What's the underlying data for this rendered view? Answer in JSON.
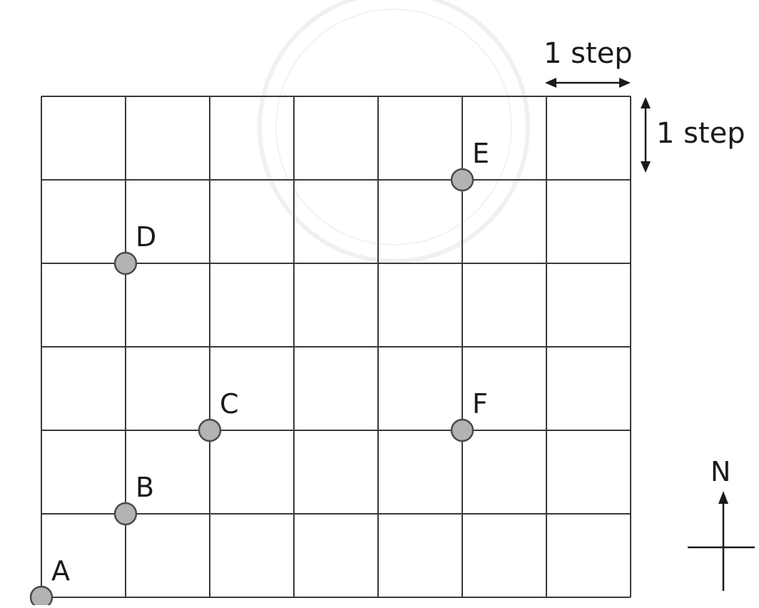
{
  "diagram": {
    "grid": {
      "columns": 7,
      "rows": 6
    },
    "scale": {
      "horizontal_label": "1 step",
      "vertical_label": "1 step"
    },
    "points": [
      {
        "label": "A",
        "col": 0,
        "row": 0
      },
      {
        "label": "B",
        "col": 1,
        "row": 1
      },
      {
        "label": "C",
        "col": 2,
        "row": 2
      },
      {
        "label": "D",
        "col": 1,
        "row": 4
      },
      {
        "label": "E",
        "col": 5,
        "row": 5
      },
      {
        "label": "F",
        "col": 5,
        "row": 2
      }
    ],
    "compass": {
      "north_label": "N"
    },
    "colors": {
      "grid_line": "#3a3a3a",
      "point_fill": "#b3b3b3",
      "point_stroke": "#4a4a4a",
      "text": "#1a1a1a"
    }
  }
}
